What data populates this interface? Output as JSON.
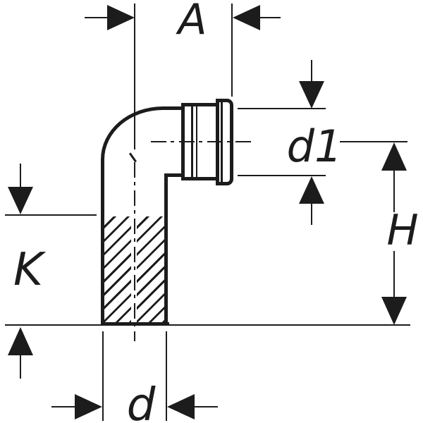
{
  "diagram": {
    "type": "technical-drawing-90-degree-pipe-bend",
    "colors": {
      "line": "#1c1c1c",
      "background": "#ffffff"
    },
    "labels": {
      "a": "A",
      "d1": "d1",
      "h": "H",
      "k": "K",
      "d": "d"
    }
  }
}
